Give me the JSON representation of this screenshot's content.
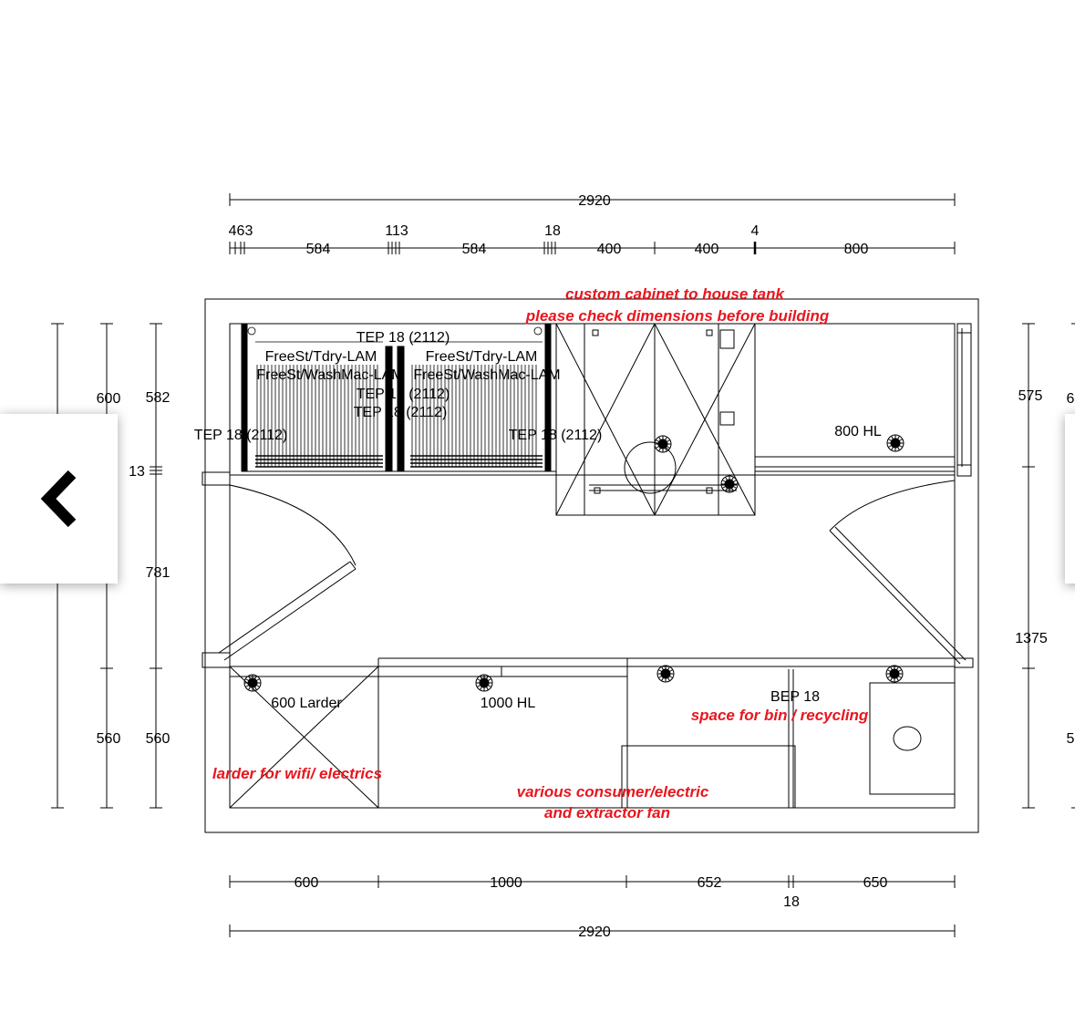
{
  "colors": {
    "line": "#000000",
    "note": "#e8161e",
    "nav_bg": "#ffffff"
  },
  "dims": {
    "top_total": "2920",
    "top_small": [
      "463",
      "113",
      "18",
      "4"
    ],
    "top_runs": [
      "584",
      "584",
      "400",
      "400",
      "800"
    ],
    "left_outer": [
      "600",
      "560"
    ],
    "left_inner": [
      "582",
      "13",
      "781",
      "560"
    ],
    "right": [
      "575",
      "1375"
    ],
    "bottom_runs": [
      "600",
      "1000",
      "652",
      "650"
    ],
    "bottom_gap": "18",
    "bottom_total": "2920",
    "clipped_right": [
      "6",
      "5"
    ]
  },
  "labels": {
    "tep_1": "TEP 18 (2112)",
    "tdry_1": "FreeSt/Tdry-LAM",
    "tdry_2": "FreeSt/Tdry-LAM",
    "wash_1": "FreeSt/WashMac-LAM",
    "wash_2": "FreeSt/WashMac-LAM",
    "tep_2": "TEP 18 (2112)",
    "tep_3": "TEP 18 (2112)",
    "tep_left": "TEP 18 (2112)",
    "tep_right": "TEP 18 (2112)",
    "hl_800": "800 HL",
    "larder_600": "600 Larder",
    "hl_1000": "1000 HL",
    "bep": "BEP 18"
  },
  "notes": {
    "cabinet_line1": "custom cabinet to house tank",
    "cabinet_line2": "please check dimensions before building",
    "bin": "space for bin / recycling",
    "larder": "larder for wifi/ electrics",
    "consumer_line1": "various consumer/electric",
    "consumer_line2": "and extractor fan"
  },
  "nav": {
    "prev_icon": "chevron-left-icon",
    "next_icon": "chevron-right-icon"
  }
}
